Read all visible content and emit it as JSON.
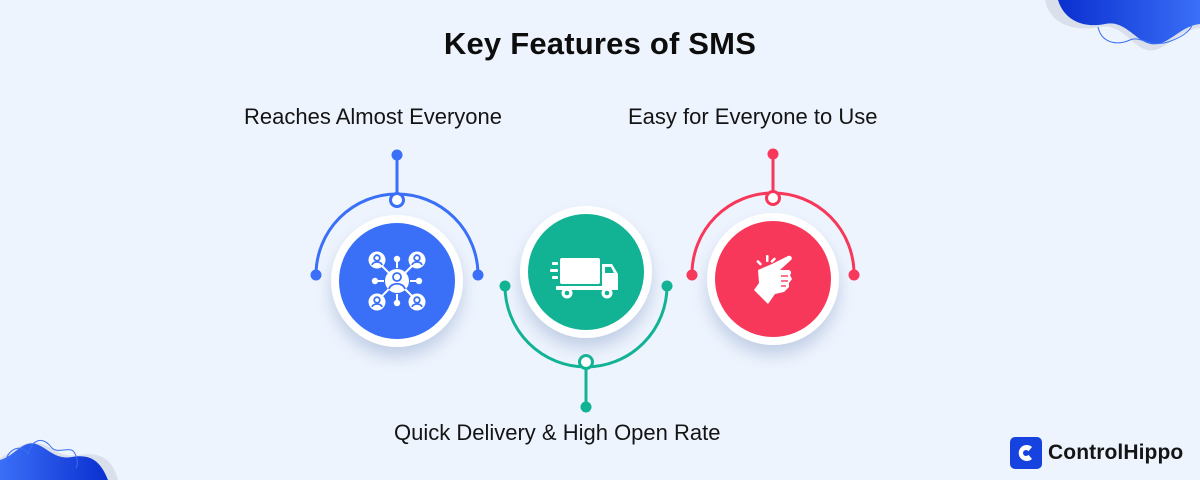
{
  "title": "Key Features of SMS",
  "features": [
    {
      "label": "Reaches Almost Everyone",
      "icon": "network-users-icon",
      "color": "#3a6ff7",
      "position": "top-left"
    },
    {
      "label": "Quick Delivery & High Open Rate",
      "icon": "delivery-truck-icon",
      "color": "#12b394",
      "position": "bottom-center"
    },
    {
      "label": "Easy for Everyone to Use",
      "icon": "finger-snap-icon",
      "color": "#f7385a",
      "position": "top-right"
    }
  ],
  "brand": {
    "name": "ControlHippo",
    "logo_icon": "controlhippo-logo-icon",
    "color": "#1642e0"
  }
}
